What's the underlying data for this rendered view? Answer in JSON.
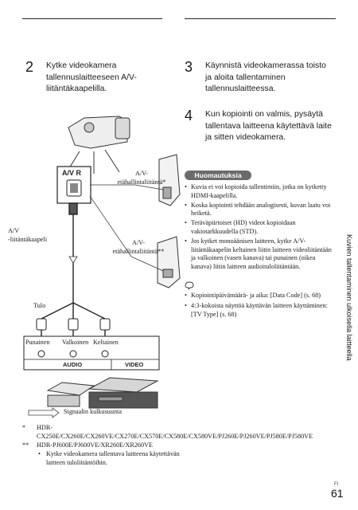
{
  "step2": {
    "num": "2",
    "text": "Kytke videokamera tallennuslaitteeseen A/V-liitäntäkaapelilla."
  },
  "step3": {
    "num": "3",
    "text": "Käynnistä videokamerassa toisto ja aloita tallentaminen tallennuslaitteessa."
  },
  "step4": {
    "num": "4",
    "text": "Kun kopiointi on valmis, pysäytä tallentava laitteena käytettävä laite ja sitten videokamera."
  },
  "illustration": {
    "av_r": "A/V R",
    "av_terminal_1": "A/V-etähallintaliitäntä*",
    "av_terminal_2": "A/V-etähallintaliitäntä**",
    "av_cable": "A/V\n-liitäntäkaapeli",
    "input": "Tulo",
    "red": "Punainen",
    "white": "Valkoinen",
    "yellow": "Keltainen",
    "audio": "AUDIO",
    "video": "VIDEO",
    "signal_flow": "Signaalin kulkusuunta"
  },
  "notes": {
    "heading": "Huomautuksia",
    "items": [
      "Kuvia ei voi kopioida tallentimiin, jotka on kytketty HDMI-kaapelilla.",
      "Koska kopiointi tehdään analogisesti, kuvan laatu voi heiketä.",
      "Teräväpiirtoiset (HD) videot kopioidaan vakiotarkkuudella (STD).",
      "Jos kytket monoäänisen laitteen, kytke A/V-liitäntäkaapelin keltainen liitin laitteen videoliitäntään ja valkoinen (vasen kanava) tai punainen (oikea kanava) liitin laitteen audioituloliitäntään."
    ]
  },
  "tips": {
    "icon": "tip-icon",
    "items": [
      "Kopiointipäivämäärä- ja aika: [Data Code] (s. 68)",
      "4:3-kokoista näyttöä käyttävän laitteen käyttäminen: [TV Type] (s. 68)"
    ]
  },
  "footnotes": {
    "star1_mark": "*",
    "star1": "HDR-CX250E/CX260E/CX260VE/CX270E/CX570E/CX580E/CX580VE/PJ260E/PJ260VE/PJ580E/PJ580VE",
    "star2_mark": "**",
    "star2": "HDR-PJ600E/PJ600VE/XR260E/XR260VE",
    "sub": "Kytke videokamera tallentava laitteena käytettävän laitteen tuloliitäntöihin."
  },
  "side_tab": "Kuvien tallentaminen ulkoisella laitteella",
  "page": {
    "lang": "FI",
    "number": "61"
  },
  "colors": {
    "rule": "#222222",
    "notes_heading_bg": "#6b6b6b",
    "side_tab": "#5a5a5a"
  }
}
